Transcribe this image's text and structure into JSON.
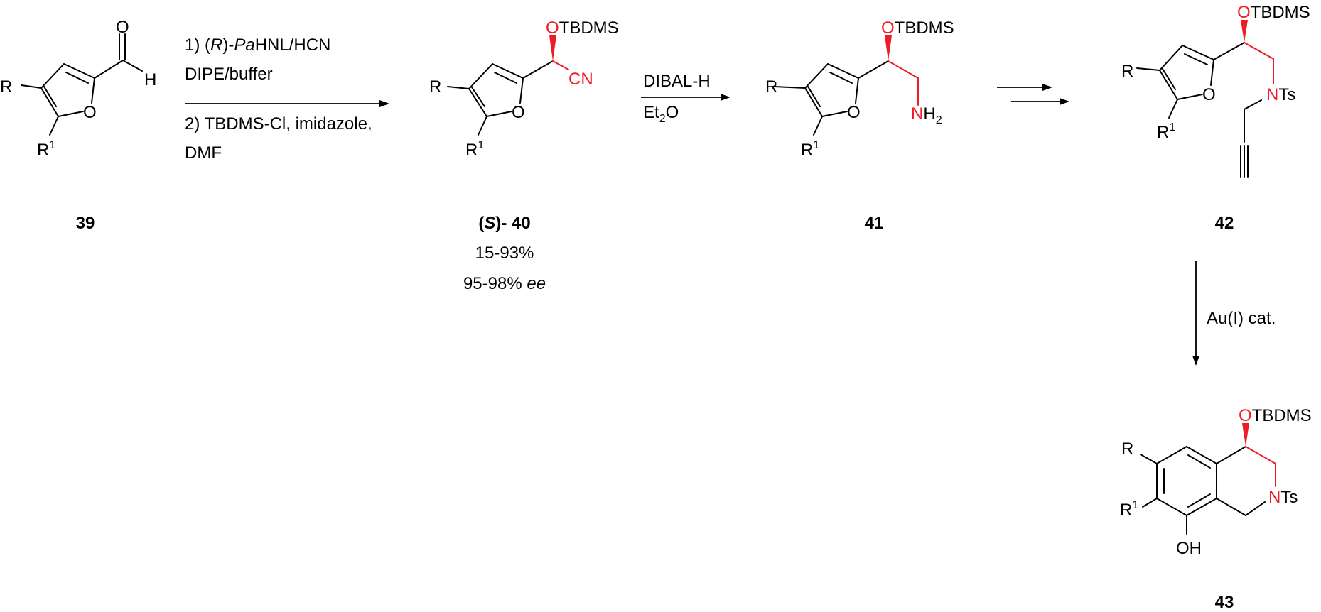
{
  "scheme": {
    "colors": {
      "highlight": "#ee1c25",
      "ink": "#000000"
    },
    "compounds": [
      {
        "id": "39",
        "label": "39",
        "substituents": [
          "R",
          "R1"
        ],
        "group": "CHO (aldehyde)"
      },
      {
        "id": "40",
        "label_prefix": "(",
        "label_italic": "S",
        "label_suffix": ")- 40",
        "yield": "15-93%",
        "ee_value": "95-98% ",
        "ee_unit": "ee",
        "groups": [
          "OTBDMS",
          "CN"
        ]
      },
      {
        "id": "41",
        "label": "41",
        "groups": [
          "OTBDMS",
          "NH2"
        ]
      },
      {
        "id": "42",
        "label": "42",
        "groups": [
          "OTBDMS",
          "NTs",
          "propargyl"
        ]
      },
      {
        "id": "43",
        "label": "43",
        "groups": [
          "OTBDMS",
          "NTs",
          "OH"
        ]
      }
    ],
    "steps": [
      {
        "from": "39",
        "to": "40",
        "above_line1_prefix": "1) (",
        "above_line1_italic_r": "R",
        "above_line1_mid": ")-",
        "above_line1_italic_pa": "Pa",
        "above_line1_suffix": "HNL/HCN",
        "above_line2": "DIPE/buffer",
        "below_line1": "2) TBDMS-Cl, imidazole,",
        "below_line2": "DMF"
      },
      {
        "from": "40",
        "to": "41",
        "above": "DIBAL-H",
        "below_prefix": "Et",
        "below_sub": "2",
        "below_suffix": "O"
      },
      {
        "from": "41",
        "to": "42",
        "type": "multistep"
      },
      {
        "from": "42",
        "to": "43",
        "side": "Au(I) cat."
      }
    ],
    "atom_labels": {
      "R": "R",
      "R1_base": "R",
      "R1_sup": "1",
      "O": "O",
      "H": "H",
      "OTBDMS_O": "O",
      "OTBDMS_rest": "TBDMS",
      "CN": "CN",
      "N": "N",
      "H2_base": "H",
      "H2_sub": "2",
      "Ts": "Ts",
      "OH": "OH"
    }
  }
}
